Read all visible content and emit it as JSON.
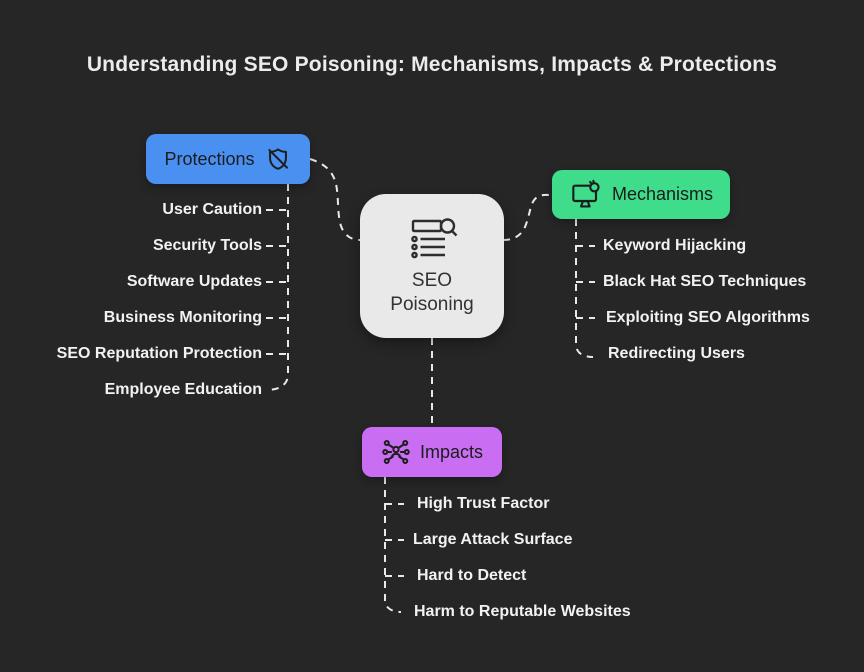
{
  "title": "Understanding SEO Poisoning: Mechanisms, Impacts & Protections",
  "center_node": {
    "label": "SEO Poisoning",
    "lines": [
      "SEO",
      "Poisoning"
    ],
    "icon": "list-search-icon"
  },
  "branches": {
    "protections": {
      "label": "Protections",
      "icon": "shield-off-icon",
      "color": "#4a90f0",
      "items": [
        "User Caution",
        "Security Tools",
        "Software Updates",
        "Business Monitoring",
        "SEO Reputation Protection",
        "Employee Education"
      ]
    },
    "mechanisms": {
      "label": "Mechanisms",
      "icon": "monitor-bug-icon",
      "color": "#3edc8b",
      "items": [
        "Keyword Hijacking",
        "Black Hat SEO Techniques",
        "Exploiting SEO Algorithms",
        "Redirecting Users"
      ]
    },
    "impacts": {
      "label": "Impacts",
      "icon": "person-network-icon",
      "color": "#c96ef3",
      "items": [
        "High Trust Factor",
        "Large Attack Surface",
        "Hard to Detect",
        "Harm to Reputable Websites"
      ]
    }
  },
  "colors": {
    "background": "#262626",
    "center_fill": "#e9e9e9",
    "protections_fill": "#4a90f0",
    "mechanisms_fill": "#3edc8b",
    "impacts_fill": "#c96ef3",
    "title_text": "#ececec",
    "leaf_text": "#f2f2f2",
    "node_text": "#1c1c1c",
    "connector": "#e9e9e9"
  }
}
